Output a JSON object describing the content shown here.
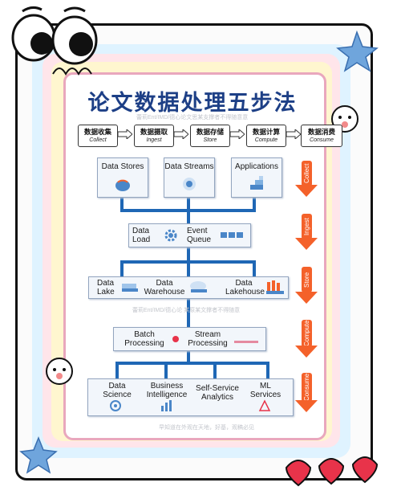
{
  "title": "论文数据处理五步法",
  "subtitle": "蕾莉Ent/IMD/德心论文思某支撑者不得随意意",
  "watermark": "蕾莉Ent/IMD/德心论 某原某文撑者不得随意",
  "footer": "早知道在外观在天地，好基，观稿必见",
  "steps": [
    {
      "zh": "数据收集",
      "en": "Collect"
    },
    {
      "zh": "数据摄取",
      "en": "Ingest"
    },
    {
      "zh": "数据存储",
      "en": "Store"
    },
    {
      "zh": "数据计算",
      "en": "Compute"
    },
    {
      "zh": "数据消费",
      "en": "Consume"
    }
  ],
  "collect": {
    "data_stores": "Data Stores",
    "data_streams": "Data Streams",
    "applications": "Applications"
  },
  "ingest": {
    "data_load": "Data\nLoad",
    "event_queue": "Event\nQueue"
  },
  "store": {
    "data_lake": "Data\nLake",
    "data_warehouse": "Data\nWarehouse",
    "data_lakehouse": "Data\nLakehouse"
  },
  "compute": {
    "batch": "Batch\nProcessing",
    "stream": "Stream\nProcessing"
  },
  "consume": {
    "data_science": "Data\nScience",
    "bi": "Business\nIntelligence",
    "self_service": "Self-Service\nAnalytics",
    "ml": "ML\nServices"
  },
  "side_labels": [
    "Collect",
    "Ingest",
    "Store",
    "Compute",
    "Consume"
  ],
  "colors": {
    "title": "#1d3f86",
    "connector": "#1f67b5",
    "arrow": "#f4612a",
    "heart": "#e8334a"
  }
}
